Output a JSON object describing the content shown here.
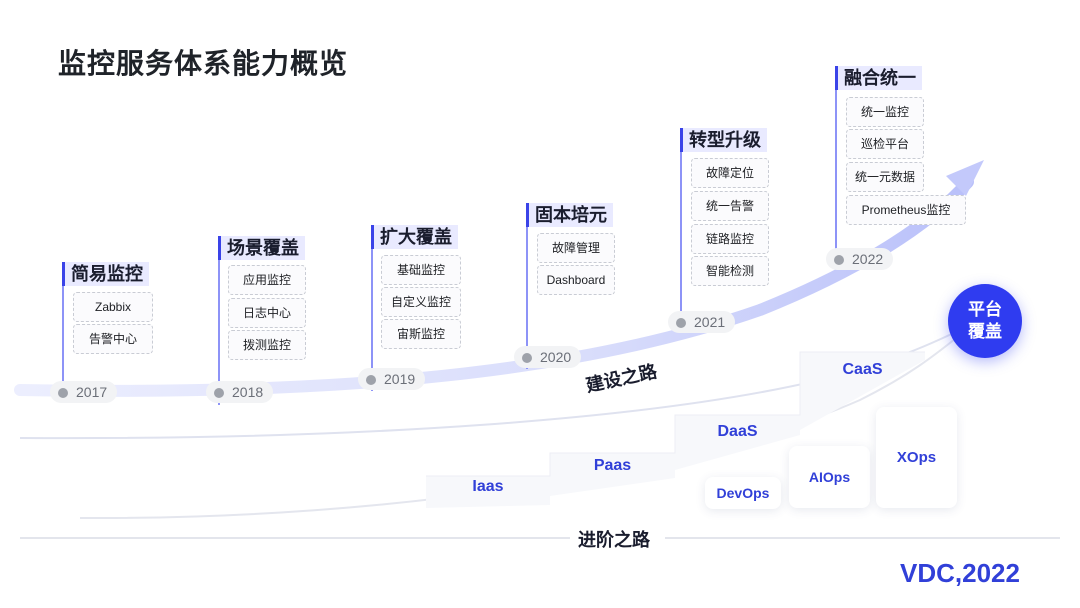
{
  "title": "监控服务体系能力概览",
  "stages": [
    {
      "year": "2017",
      "heading": "简易监控",
      "items": [
        "Zabbix",
        "告警中心"
      ]
    },
    {
      "year": "2018",
      "heading": "场景覆盖",
      "items": [
        "应用监控",
        "日志中心",
        "拨测监控"
      ]
    },
    {
      "year": "2019",
      "heading": "扩大覆盖",
      "items": [
        "基础监控",
        "自定义监控",
        "宙斯监控"
      ]
    },
    {
      "year": "2020",
      "heading": "固本培元",
      "items": [
        "故障管理",
        "Dashboard"
      ]
    },
    {
      "year": "2021",
      "heading": "转型升级",
      "items": [
        "故障定位",
        "统一告警",
        "链路监控",
        "智能检测"
      ]
    },
    {
      "year": "2022",
      "heading": "融合统一",
      "items": [
        "统一监控",
        "巡检平台",
        "统一元数据",
        "Prometheus监控"
      ]
    }
  ],
  "road_build": "建设之路",
  "road_advance": "进阶之路",
  "platform_bubble": "平台覆盖",
  "steps": [
    "Iaas",
    "Paas",
    "DaaS",
    "CaaS"
  ],
  "ops_cards": [
    "DevOps",
    "AIOps",
    "XOps"
  ],
  "logo": "VDC,2022",
  "colors": {
    "accent": "#3a43e8",
    "label_blue": "#3140d8",
    "bubble": "#2f3cf0"
  }
}
